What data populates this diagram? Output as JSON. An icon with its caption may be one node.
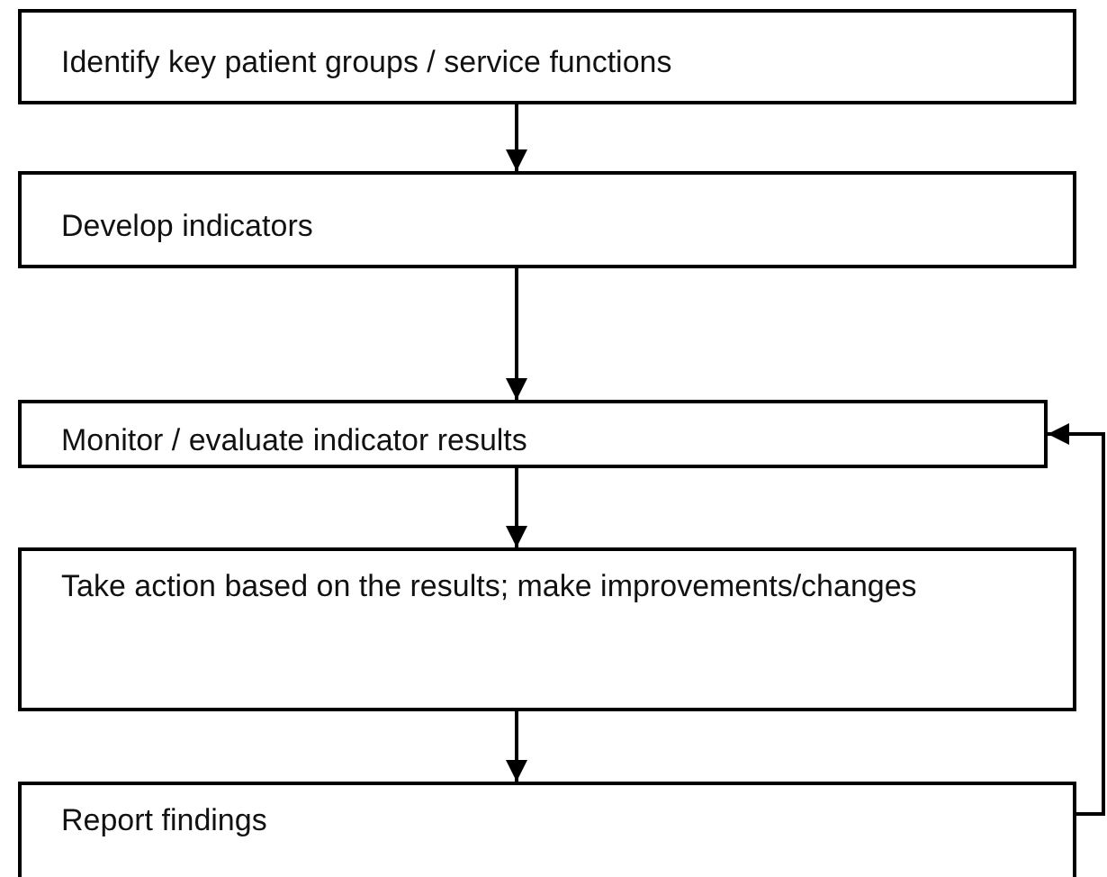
{
  "diagram": {
    "nodes": [
      {
        "text": [
          "Identify key patient groups / service functions"
        ]
      },
      {
        "text": [
          "Develop indicators"
        ]
      },
      {
        "text": [
          "Monitor / evaluate indicator results"
        ]
      },
      {
        "text": [
          "Take action based on the results; make improvements/changes"
        ]
      },
      {
        "text": [
          "Report findings"
        ]
      }
    ],
    "edges": [
      {
        "from": 0,
        "to": 1,
        "arrow": "to"
      },
      {
        "from": 1,
        "to": 2,
        "arrow": "to"
      },
      {
        "from": 2,
        "to": 3,
        "arrow": "to"
      },
      {
        "from": 3,
        "to": 4,
        "arrow": "to"
      },
      {
        "from": 4,
        "to": 2,
        "arrow": "to"
      }
    ]
  }
}
